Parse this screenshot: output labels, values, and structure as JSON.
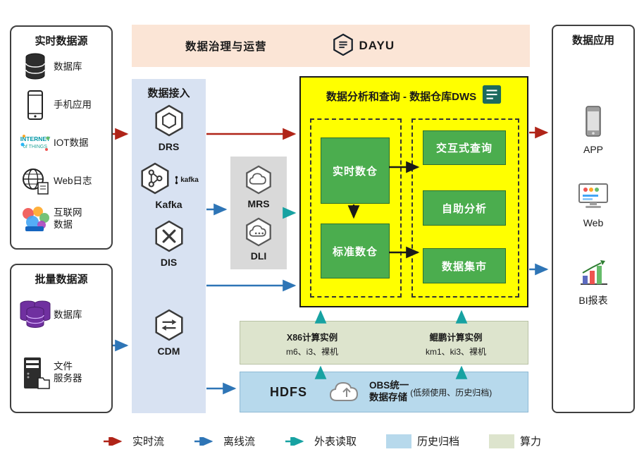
{
  "governance_bar": {
    "title": "数据治理与运营",
    "logo_text": "DAYU"
  },
  "realtime_sources": {
    "title": "实时数据源",
    "items": [
      {
        "label": "数据库",
        "icon": "database-icon"
      },
      {
        "label": "手机应用",
        "icon": "phone-icon"
      },
      {
        "label": "IOT数据",
        "icon": "iot-icon"
      },
      {
        "label": "Web日志",
        "icon": "web-log-icon"
      },
      {
        "label": "互联网\n数据",
        "icon": "internet-data-icon"
      }
    ]
  },
  "batch_sources": {
    "title": "批量数据源",
    "items": [
      {
        "label": "数据库",
        "icon": "batch-database-icon"
      },
      {
        "label": "文件\n服务器",
        "icon": "file-server-icon"
      }
    ]
  },
  "ingestion": {
    "title": "数据接入",
    "items": [
      {
        "label": "DRS",
        "icon": "drs-icon"
      },
      {
        "label": "Kafka",
        "wordmark": "kafka",
        "icon": "kafka-icon"
      },
      {
        "label": "DIS",
        "icon": "dis-icon"
      },
      {
        "label": "CDM",
        "icon": "cdm-icon"
      }
    ]
  },
  "processing": {
    "items": [
      {
        "label": "MRS",
        "icon": "mrs-icon"
      },
      {
        "label": "DLI",
        "icon": "dli-icon"
      }
    ]
  },
  "dws": {
    "title": "数据分析和查询 - 数据仓库DWS",
    "warehouses": [
      {
        "label": "实时数仓"
      },
      {
        "label": "标准数仓"
      }
    ],
    "services": [
      {
        "label": "交互式查询"
      },
      {
        "label": "自助分析"
      },
      {
        "label": "数据集市"
      }
    ]
  },
  "compute": {
    "x86": {
      "title": "X86计算实例",
      "spec": "m6、i3、裸机"
    },
    "kunpeng": {
      "title": "鲲鹏计算实例",
      "spec": "km1、ki3、裸机"
    }
  },
  "storage": {
    "hdfs_label": "HDFS",
    "obs_title": "OBS统一\n数据存储",
    "obs_note": "(低频使用、历史归档)"
  },
  "applications": {
    "title": "数据应用",
    "items": [
      {
        "label": "APP",
        "icon": "app-phone-icon"
      },
      {
        "label": "Web",
        "icon": "web-monitor-icon"
      },
      {
        "label": "BI报表",
        "icon": "bi-chart-icon"
      }
    ]
  },
  "legend": {
    "items": [
      {
        "label": "实时流",
        "type": "arrow",
        "color": "#b02418"
      },
      {
        "label": "离线流",
        "type": "arrow",
        "color": "#2e75b6"
      },
      {
        "label": "外表读取",
        "type": "arrow",
        "color": "#17a2a2"
      },
      {
        "label": "历史归档",
        "type": "swatch",
        "color": "#b7d9ec"
      },
      {
        "label": "算力",
        "type": "swatch",
        "color": "#dde4cd"
      }
    ]
  },
  "colors": {
    "dws_highlight": "#ffff00",
    "service_green": "#4bad4e",
    "ingestion_blue": "#d8e2f2",
    "governance_peach": "#fbe5d6"
  }
}
